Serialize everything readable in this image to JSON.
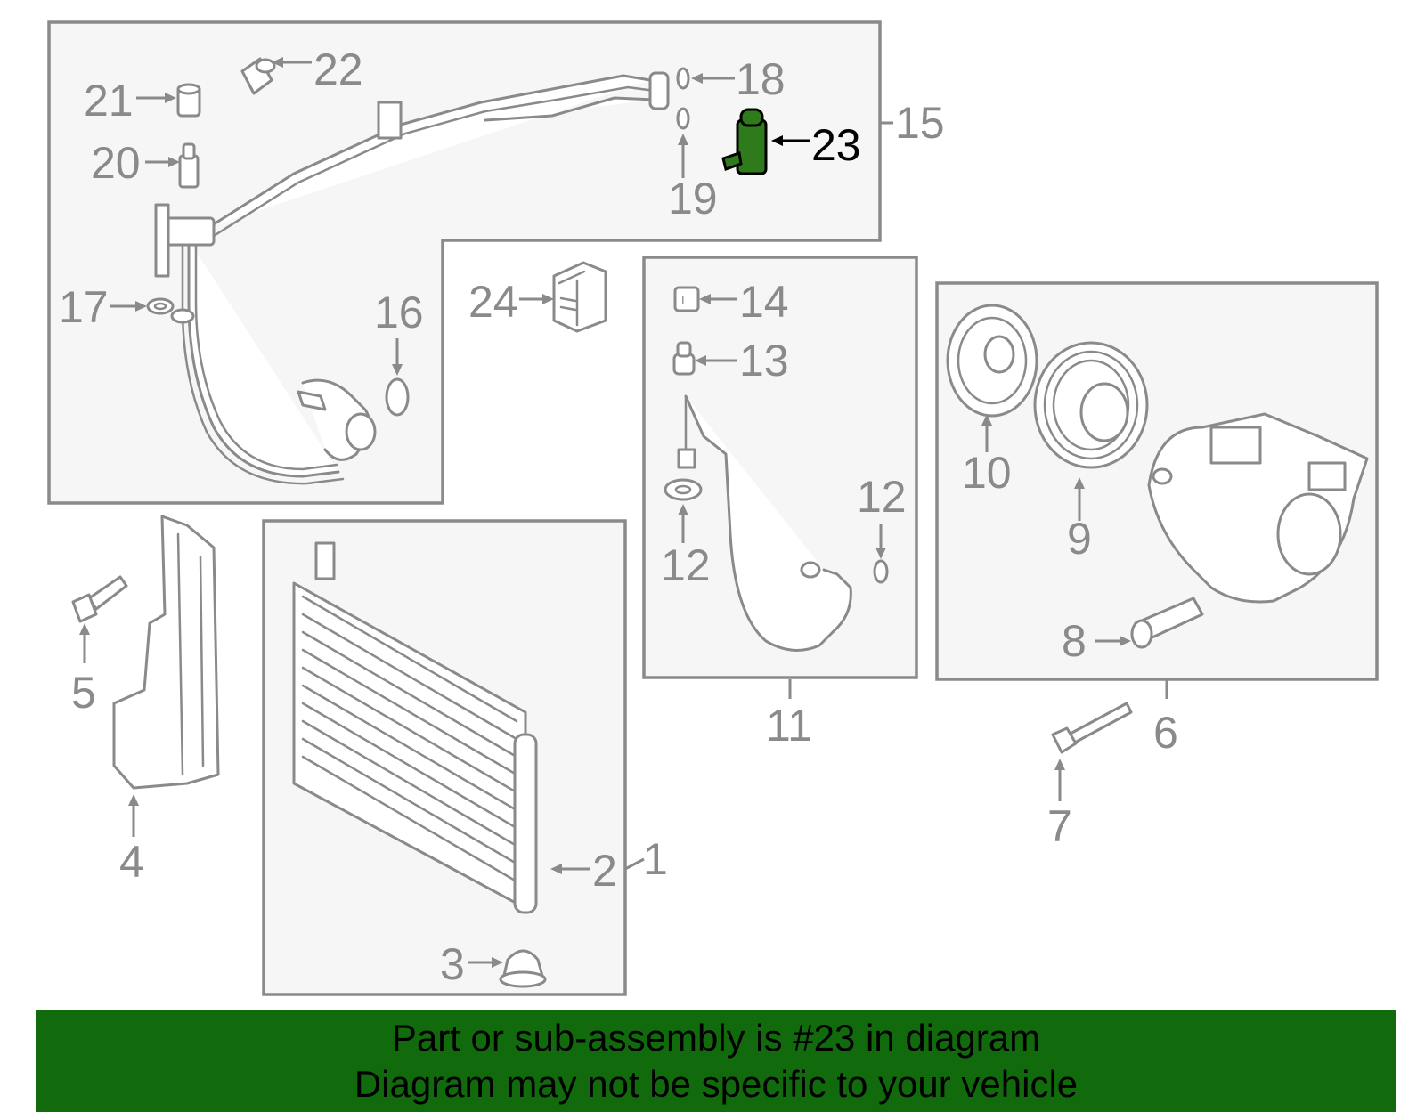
{
  "diagram": {
    "highlighted_part": "23",
    "callouts": [
      "1",
      "2",
      "3",
      "4",
      "5",
      "6",
      "7",
      "8",
      "9",
      "10",
      "11",
      "12",
      "12",
      "13",
      "14",
      "15",
      "16",
      "17",
      "18",
      "19",
      "20",
      "21",
      "22",
      "23",
      "24"
    ]
  },
  "banner": {
    "line1": "Part or sub-assembly is #23 in diagram",
    "line2": "Diagram may not be specific to your vehicle",
    "color": "#116b0c"
  },
  "colors": {
    "highlight": "#2f7a1a",
    "linework": "#8a8a8a"
  }
}
